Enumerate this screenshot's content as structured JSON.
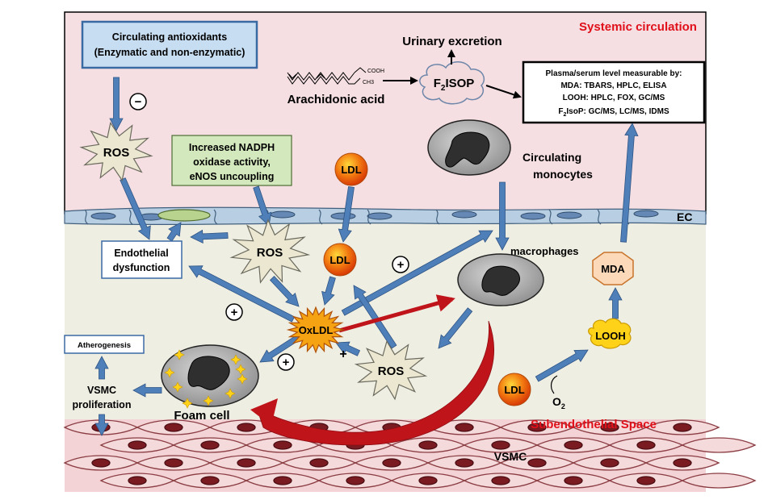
{
  "regions": {
    "systemic": "Systemic circulation",
    "subendothelial": "Subendothelial Space",
    "ec": "EC",
    "vsmc": "VSMC"
  },
  "antioxidants": {
    "line1": "Circulating antioxidants",
    "line2": "(Enzymatic and non-enzymatic)"
  },
  "nadph": {
    "line1": "Increased NADPH",
    "line2": "oxidase activity,",
    "line3": "eNOS uncoupling"
  },
  "arachidonic": {
    "label": "Arachidonic acid",
    "cooh": "COOH",
    "ch3": "CH3"
  },
  "f2isop": {
    "main": "F",
    "sub": "2",
    "rest": "ISOP"
  },
  "urinary": "Urinary excretion",
  "plasma": {
    "line1": "Plasma/serum level measurable by:",
    "line2": "MDA: TBARS, HPLC, ELISA",
    "line3": "LOOH: HPLC, FOX, GC/MS",
    "line4_pre": "F",
    "line4_sub": "2",
    "line4_post": "IsoP: GC/MS, LC/MS, IDMS"
  },
  "monocytes": {
    "line1": "Circulating",
    "line2": "monocytes"
  },
  "macrophages": "macrophages",
  "ros": "ROS",
  "ldl": "LDL",
  "oxldl": "OxLDL",
  "mda": "MDA",
  "looh": "LOOH",
  "o2": {
    "main": "O",
    "sub": "2"
  },
  "endothelial": {
    "line1": "Endothelial",
    "line2": "dysfunction"
  },
  "atherogenesis": "Atherogenesis",
  "vsmc_prolif": {
    "line1": "VSMC",
    "line2": "proliferation"
  },
  "foam": "Foam cell",
  "signs": {
    "minus": "−",
    "plus": "+"
  },
  "colors": {
    "systemic_bg": "#f6dfe2",
    "subendo_bg": "#efeee3",
    "arrow_blue": "#4f7fb8",
    "arrow_red": "#c0141b",
    "red_text": "#e0101a",
    "ec_cell": "#b8cfe3",
    "vsmc_cell": "#f3d3d5"
  }
}
